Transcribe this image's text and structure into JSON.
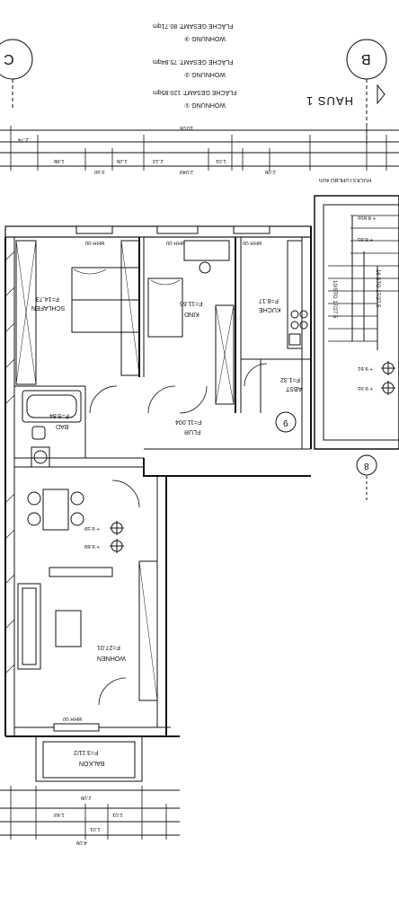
{
  "header": {
    "summary": [
      {
        "label": "WOHNUNG ①",
        "area": "FLÄCHE GESAMT: 120.85qm"
      },
      {
        "label": "WOHNUNG ②",
        "area": "FLÄCHE GESAMT: 75.84qm"
      },
      {
        "label": "WOHNUNG ③",
        "area": "FLÄCHE GESAMT: 80.71qm"
      }
    ],
    "house": "HAUS 1",
    "grid_b": "B",
    "grid_c": "C"
  },
  "rooms": {
    "schlafen": {
      "name": "SCHLAFEN",
      "area": "F=14.73"
    },
    "kind": {
      "name": "KIND",
      "area": "F=11.66"
    },
    "kueche": {
      "name": "KÜCHE",
      "area": "F=8.17"
    },
    "abst": {
      "name": "ABST",
      "area": "F=1.32"
    },
    "bad": {
      "name": "BAD",
      "area": "F=9.84"
    },
    "flur": {
      "name": "FLUR",
      "area": "F=11.004"
    },
    "wohnen": {
      "name": "WOHNEN",
      "area": "F=27.01"
    },
    "balkon": {
      "name": "BALKON",
      "area": "F=3.11/2"
    }
  },
  "markers": {
    "m9": "9",
    "m8": "8"
  },
  "stair": {
    "steps": "16 STG 17/27.5",
    "label": "10/STG 17/27.5"
  },
  "levels": {
    "l1": "+ 9.59",
    "l2": "+ 9.69",
    "l3": "+ 9.61",
    "l4": "+ 9.55",
    "l5": "+ 8.655",
    "l6": "+ 8.65"
  },
  "dims": {
    "top1": "10.05",
    "top2": "2.74",
    "top3": "3.50",
    "top4": "2.13",
    "top5": "2.049",
    "top6": "2.06",
    "top7": "1.26",
    "top8": "1.01",
    "top9": "1.86",
    "bottom1": "4.09",
    "bottom2": "1.01",
    "bottom3": "1.01",
    "bottom4": "1.63",
    "bottom5": "2.06"
  },
  "annot": {
    "brh1": "BRH 00",
    "brh2": "BRH 00",
    "brh3": "BRH 00",
    "brh4": "BRH 00",
    "rv": "RUCKSTUHLBO 4cm"
  }
}
